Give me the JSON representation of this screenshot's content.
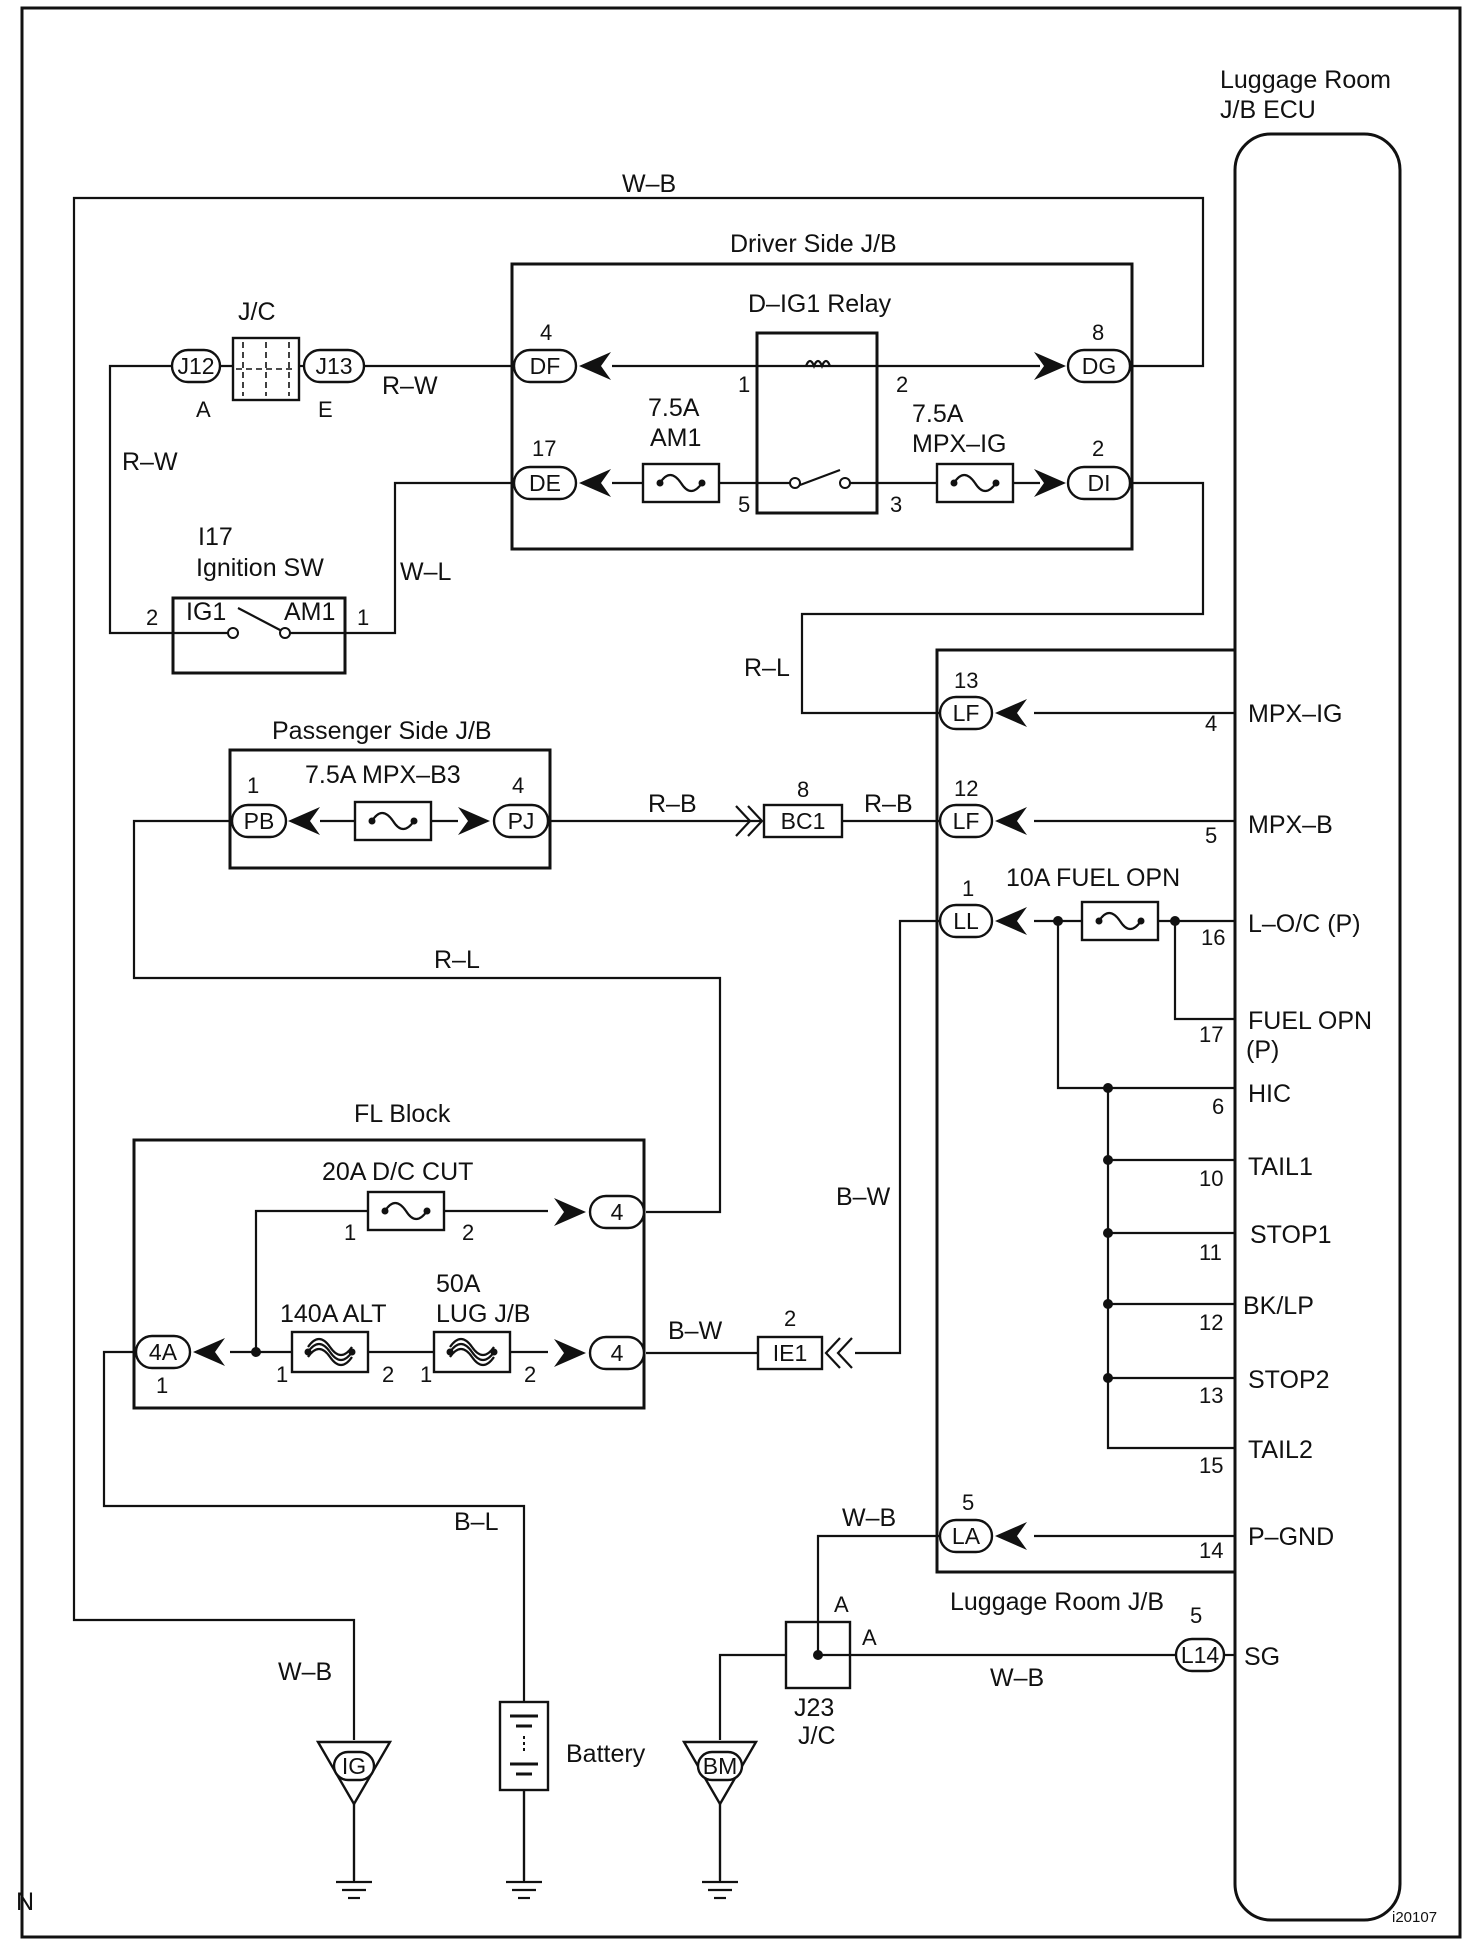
{
  "frame": {
    "corner_label": "N",
    "figure_code": "i20107"
  },
  "ecu": {
    "title_line1": "Luggage Room",
    "title_line2": "J/B ECU",
    "terminals": [
      {
        "pin": "4",
        "name": "MPX–IG"
      },
      {
        "pin": "5",
        "name": "MPX–B"
      },
      {
        "pin": "16",
        "name": "L–O/C (P)"
      },
      {
        "pin": "17",
        "name": "FUEL OPN"
      },
      {
        "pin": "",
        "name": "(P)"
      },
      {
        "pin": "6",
        "name": "HIC"
      },
      {
        "pin": "10",
        "name": "TAIL1"
      },
      {
        "pin": "11",
        "name": "STOP1"
      },
      {
        "pin": "12",
        "name": "BK/LP"
      },
      {
        "pin": "13",
        "name": "STOP2"
      },
      {
        "pin": "15",
        "name": "TAIL2"
      },
      {
        "pin": "14",
        "name": "P–GND"
      },
      {
        "pin": "5",
        "name": "SG"
      }
    ]
  },
  "driver_jb": {
    "title": "Driver Side J/B",
    "relay_title": "D–IG1 Relay",
    "relay_pins": [
      "1",
      "2",
      "5",
      "3"
    ],
    "fuse_am1_rating": "7.5A",
    "fuse_am1_name": "AM1",
    "fuse_mpxig_rating": "7.5A",
    "fuse_mpxig_name": "MPX–IG",
    "connectors": [
      {
        "id": "DF",
        "pin": "4"
      },
      {
        "id": "DG",
        "pin": "8"
      },
      {
        "id": "DE",
        "pin": "17"
      },
      {
        "id": "DI",
        "pin": "2"
      }
    ]
  },
  "jc": {
    "title": "J/C",
    "left_id": "J12",
    "right_id": "J13",
    "left_sub": "A",
    "right_sub": "E"
  },
  "ignition": {
    "code": "I17",
    "title": "Ignition SW",
    "term_left": "IG1",
    "term_right": "AM1",
    "pin_left": "2",
    "pin_right": "1"
  },
  "passenger_jb": {
    "title": "Passenger Side J/B",
    "fuse": "7.5A MPX–B3",
    "conn_left": {
      "id": "PB",
      "pin": "1"
    },
    "conn_right": {
      "id": "PJ",
      "pin": "4"
    }
  },
  "bc1": {
    "id": "BC1",
    "pin": "8"
  },
  "luggage_jb": {
    "title": "Luggage Room J/B",
    "fuse": "10A FUEL OPN",
    "connectors": [
      {
        "id": "LF",
        "pin": "13"
      },
      {
        "id": "LF",
        "pin": "12"
      },
      {
        "id": "LL",
        "pin": "1"
      },
      {
        "id": "LA",
        "pin": "5"
      },
      {
        "id": "L14",
        "pin": "5"
      }
    ]
  },
  "fl_block": {
    "title": "FL Block",
    "fuse_dc_cut": "20A D/C CUT",
    "fuse_alt": "140A ALT",
    "fuse_lug_rating": "50A",
    "fuse_lug_name": "LUG J/B",
    "conn_main": {
      "id": "4A",
      "pin": "1"
    },
    "conn_upper": "4",
    "conn_lower": "4",
    "pins": {
      "dc1": "1",
      "dc2": "2",
      "alt1": "1",
      "alt2": "2",
      "lug1": "1",
      "lug2": "2"
    }
  },
  "ie1": {
    "id": "IE1",
    "pin": "2"
  },
  "j23": {
    "code": "J23",
    "title": "J/C",
    "pin_top": "A",
    "pin_right": "A"
  },
  "grounds": {
    "ig": "IG",
    "bm": "BM"
  },
  "battery": {
    "label": "Battery"
  },
  "wires": {
    "wb_top": "W–B",
    "rw_jc": "R–W",
    "rw_left": "R–W",
    "wl": "W–L",
    "rl_upper": "R–L",
    "rb_left": "R–B",
    "rb_right": "R–B",
    "rl_lower": "R–L",
    "bw_vert": "B–W",
    "bw_horiz": "B–W",
    "bl": "B–L",
    "wb_ig": "W–B",
    "wb_la": "W–B",
    "wb_sg": "W–B"
  }
}
